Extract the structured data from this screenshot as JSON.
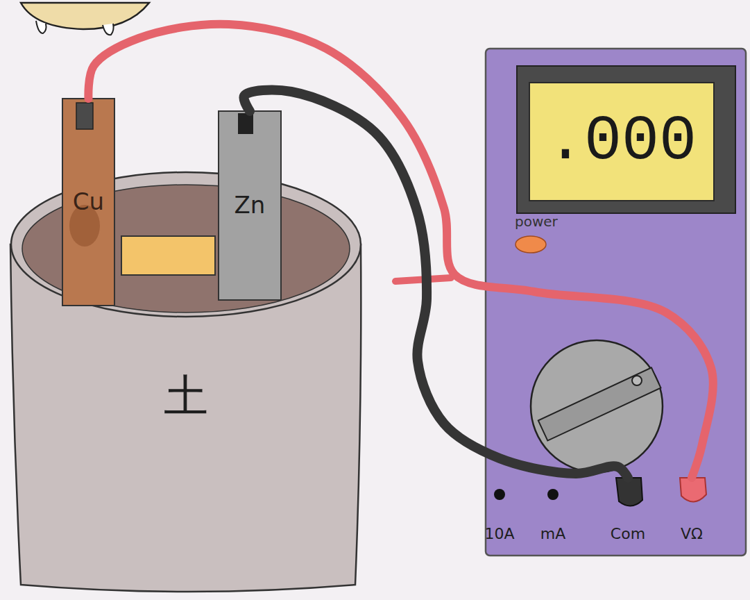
{
  "diagram": {
    "nodes": [
      {
        "text": [
          "Cu"
        ]
      },
      {
        "text": [
          "Zn"
        ]
      },
      {
        "text": [
          "土"
        ]
      },
      {
        "text": [
          "power"
        ]
      },
      {
        "text": [
          ".000"
        ],
        "in": 3
      },
      {
        "text": [
          "10A"
        ],
        "in": 3
      },
      {
        "text": [
          "mA"
        ],
        "in": 3
      },
      {
        "text": [
          "Com"
        ],
        "in": 3
      },
      {
        "text": [
          "VΩ"
        ],
        "in": 3
      }
    ],
    "edges": [
      {
        "from": 0,
        "to": 8,
        "arrow": "none"
      },
      {
        "from": 1,
        "to": 7,
        "arrow": "none"
      }
    ]
  }
}
